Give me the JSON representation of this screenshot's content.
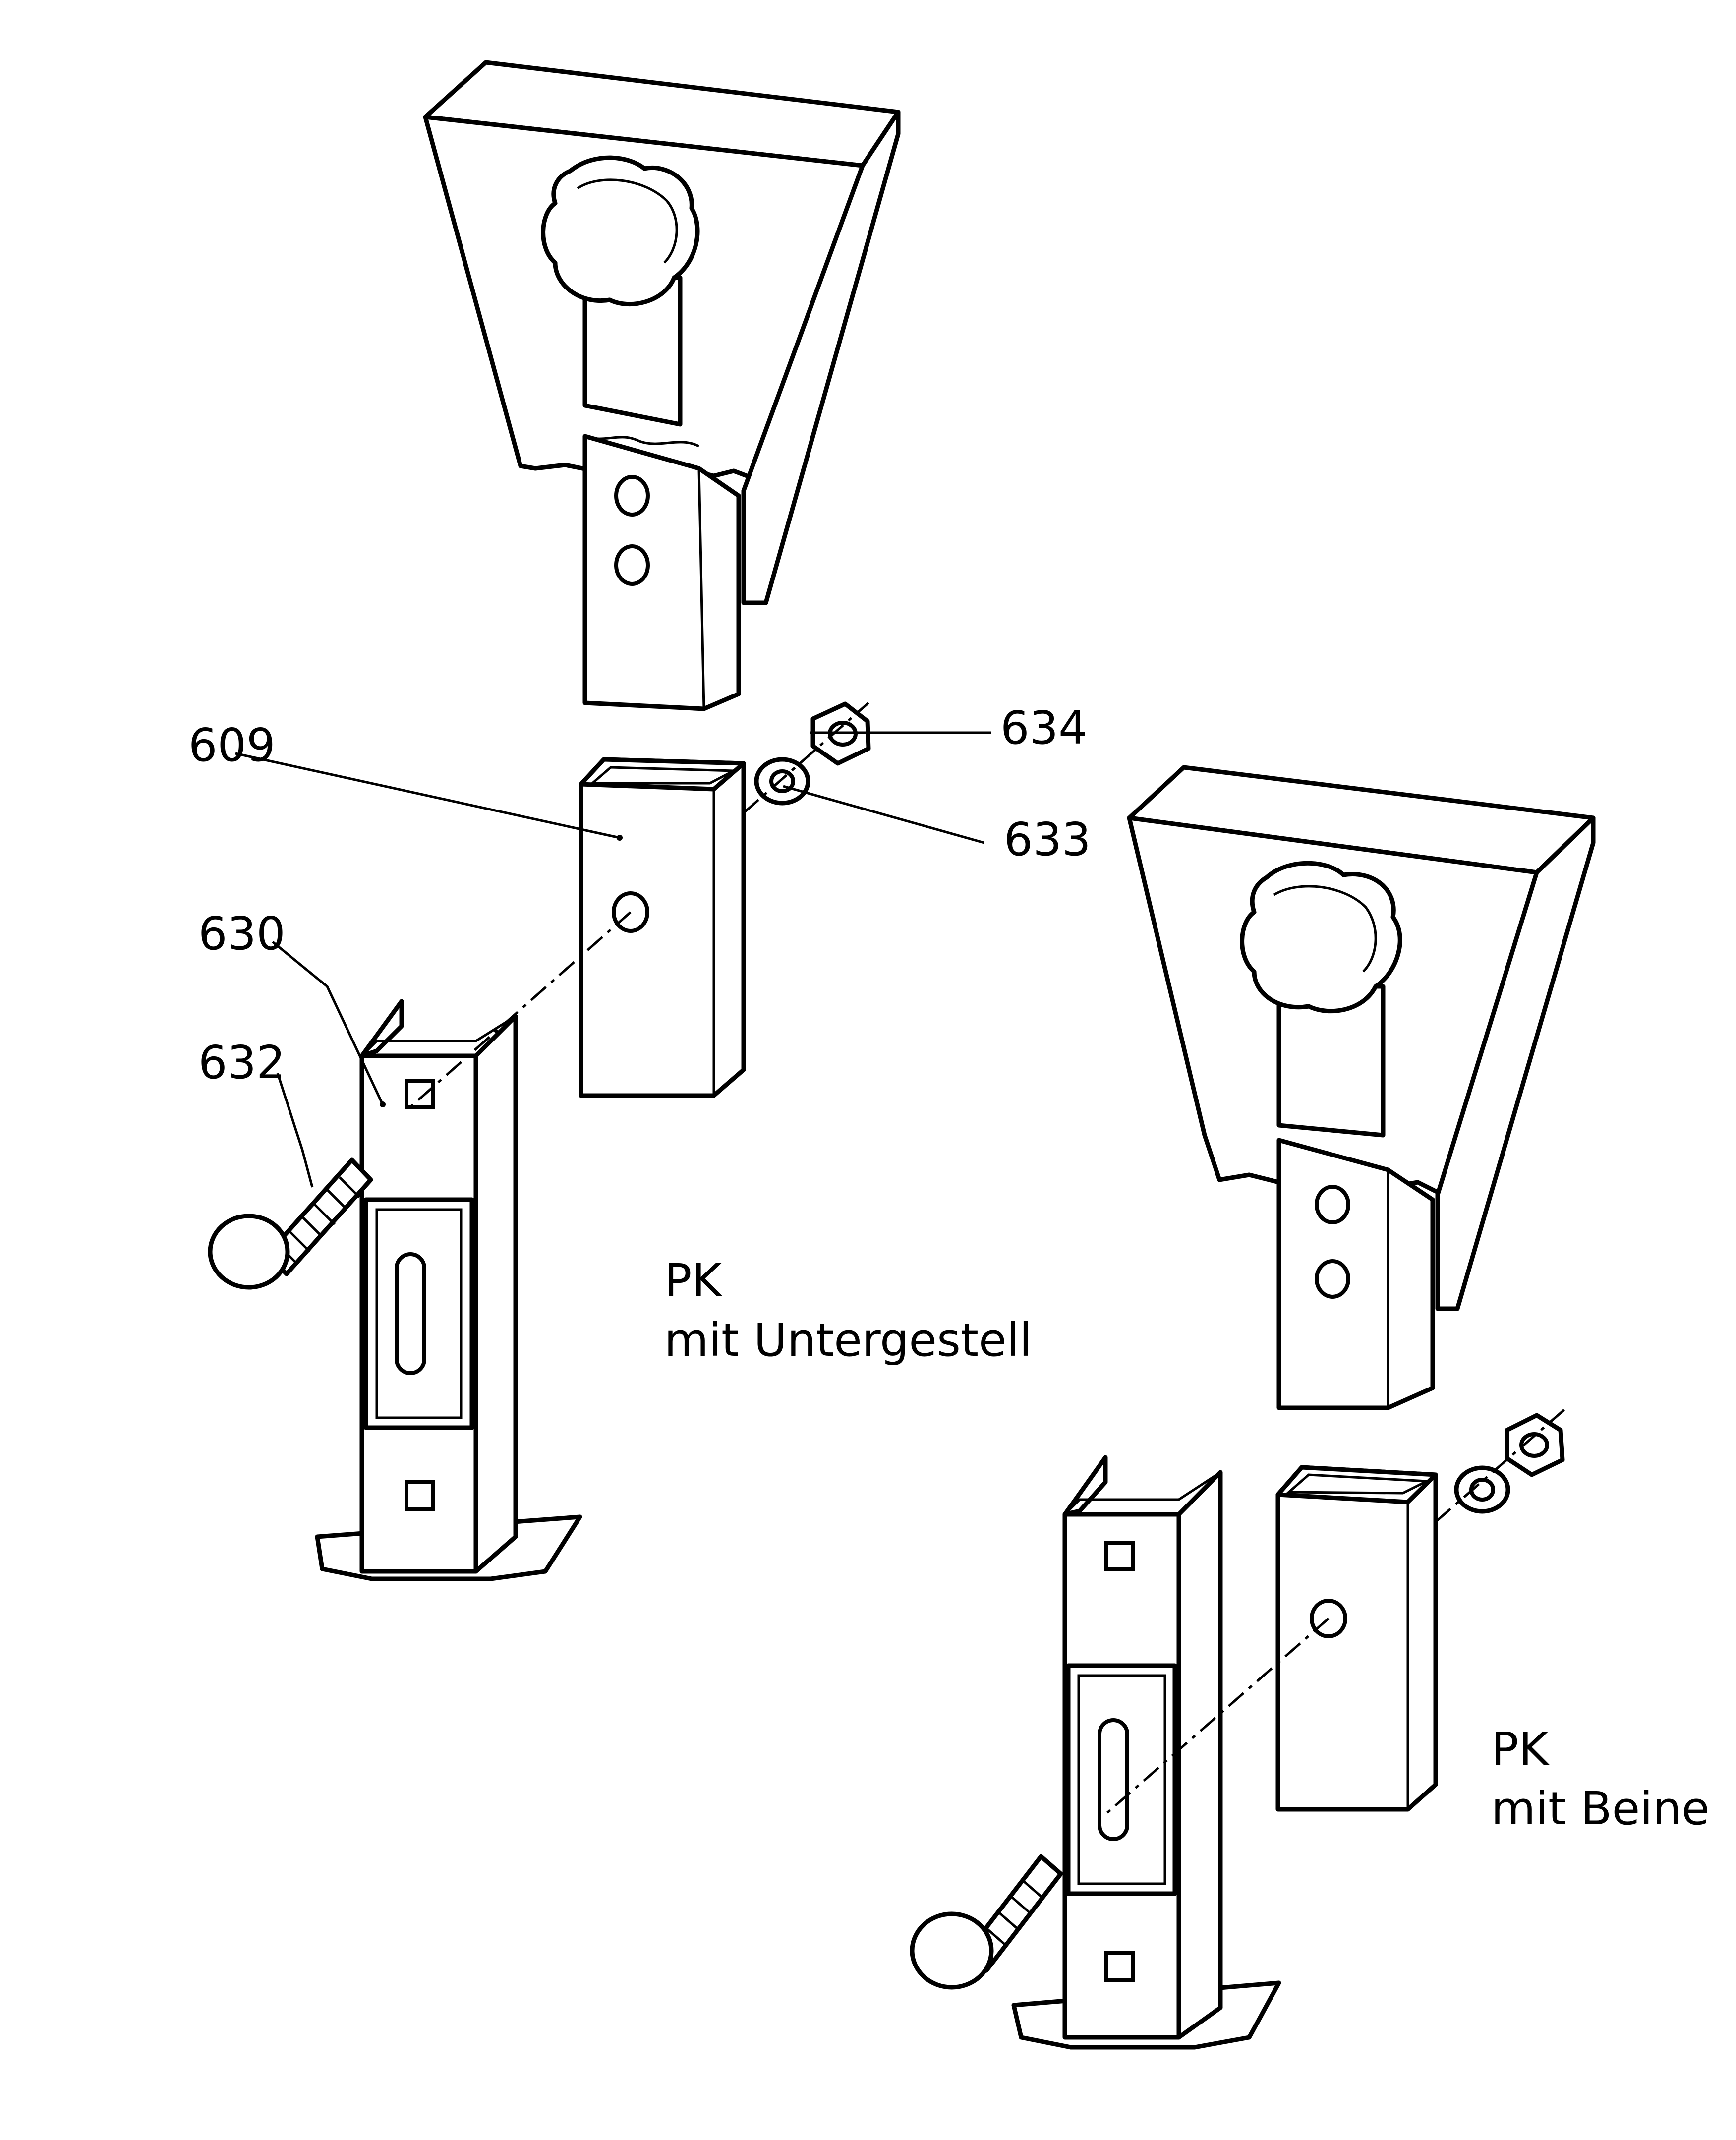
{
  "labels": {
    "p609": "609",
    "p630": "630",
    "p632": "632",
    "p633": "633",
    "p634": "634"
  },
  "captions": {
    "left_line1": "PK",
    "left_line2": "mit Untergestell",
    "right_line1": "PK",
    "right_line2": "mit Beine"
  }
}
